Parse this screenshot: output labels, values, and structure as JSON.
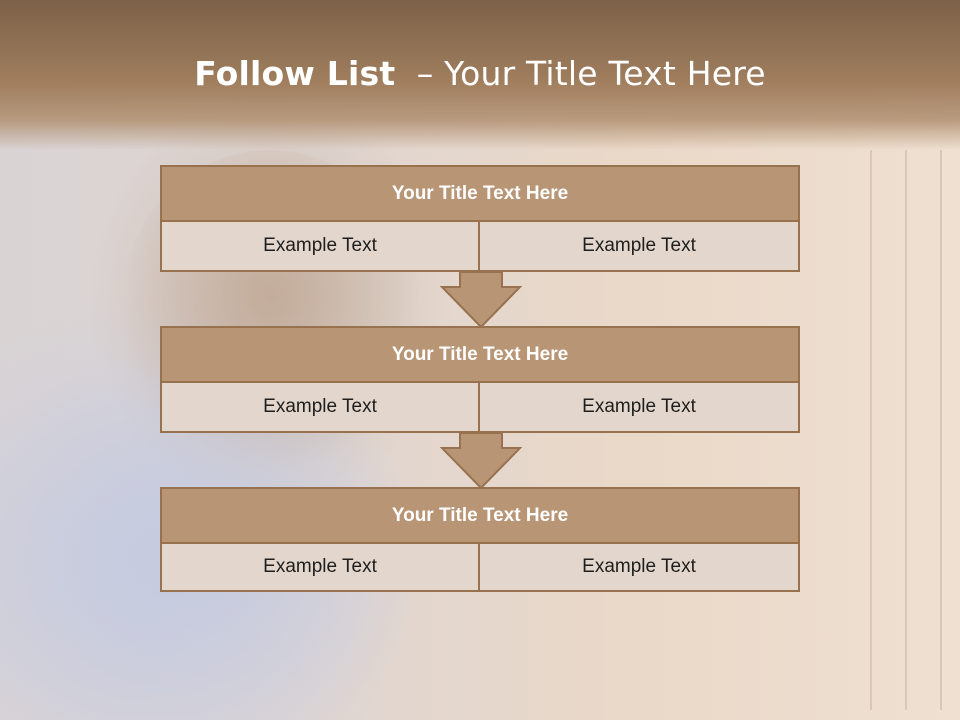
{
  "slide": {
    "title_strong": "Follow List",
    "title_rest": "– Your Title Text Here"
  },
  "blocks": [
    {
      "title": "Your Title Text Here",
      "left": "Example Text",
      "right": "Example Text"
    },
    {
      "title": "Your Title Text Here",
      "left": "Example Text",
      "right": "Example Text"
    },
    {
      "title": "Your Title Text Here",
      "left": "Example Text",
      "right": "Example Text"
    }
  ],
  "colors": {
    "header_fill": "#b89575",
    "border": "#98714f",
    "cell_fill": "#e3d7cd",
    "title_band": "#7c6148"
  }
}
